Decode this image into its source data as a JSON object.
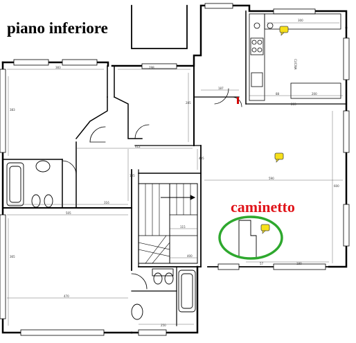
{
  "title": "piano inferiore",
  "fireplace_label": "caminetto",
  "fireplace_highlight_color": "#2ea82e",
  "label_color": "#e0141a",
  "note_icon_color": "#f7e01a",
  "room_labels": {
    "kitchen": "CUCINA"
  },
  "dimensions": {
    "kitchen_top": "300",
    "kitchen_bottom_a": "88",
    "kitchen_bottom_b": "200",
    "hall_top_a": "187",
    "hall_top_b": "283",
    "room1_top": "383",
    "room2_top": "298",
    "room1_side": "383",
    "room2_side": "285",
    "corridor": "412",
    "living_width": "590",
    "living_side": "600",
    "stair_land": "115",
    "stair_bottom": "400",
    "bath1_bottom": "316",
    "bedroom_top": "505",
    "bedroom_side": "365",
    "bedroom_bottom": "470",
    "bottom_left": "57",
    "bottom_right": "180",
    "wc_bottom": "250",
    "mid_v1": "185",
    "mid_v2": "435"
  }
}
